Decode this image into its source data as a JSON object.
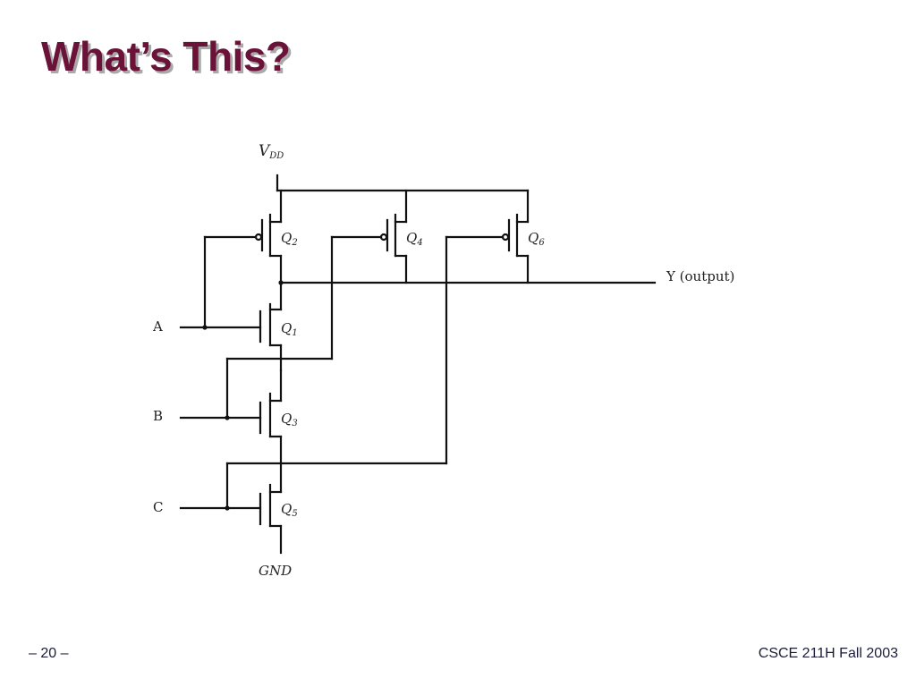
{
  "slide": {
    "title": "What’s This?",
    "page_number": "– 20 –",
    "course": "CSCE 211H Fall 2003"
  },
  "circuit": {
    "supply_label": "V",
    "supply_subscript": "DD",
    "ground_label": "GND",
    "output_label": "Y (output)",
    "inputs": {
      "a": "A",
      "b": "B",
      "c": "C"
    },
    "transistors": [
      {
        "id": "q2",
        "name": "Q",
        "sub": "2",
        "type": "pmos"
      },
      {
        "id": "q4",
        "name": "Q",
        "sub": "4",
        "type": "pmos"
      },
      {
        "id": "q6",
        "name": "Q",
        "sub": "6",
        "type": "pmos"
      },
      {
        "id": "q1",
        "name": "Q",
        "sub": "1",
        "type": "nmos"
      },
      {
        "id": "q3",
        "name": "Q",
        "sub": "3",
        "type": "nmos"
      },
      {
        "id": "q5",
        "name": "Q",
        "sub": "5",
        "type": "nmos"
      }
    ]
  }
}
